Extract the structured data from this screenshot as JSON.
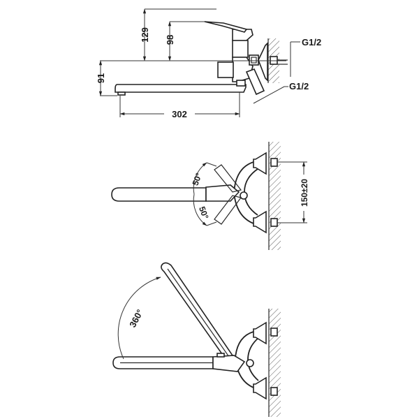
{
  "drawing": {
    "subject": "wall-mounted single-lever mixer tap with long swivel spout",
    "views": [
      {
        "name": "side-view",
        "dimensions": {
          "lever_height": "129",
          "body_height": "98",
          "spout_height": "91",
          "spout_length": "302",
          "inlet_thread_top": "G1/2",
          "inlet_thread_bottom": "G1/2"
        }
      },
      {
        "name": "top-view",
        "dimensions": {
          "lever_angle_up": "50°",
          "lever_angle_down": "50°",
          "inlet_spacing": "150±20"
        }
      },
      {
        "name": "swivel-view",
        "dimensions": {
          "spout_rotation": "360°"
        }
      }
    ]
  }
}
